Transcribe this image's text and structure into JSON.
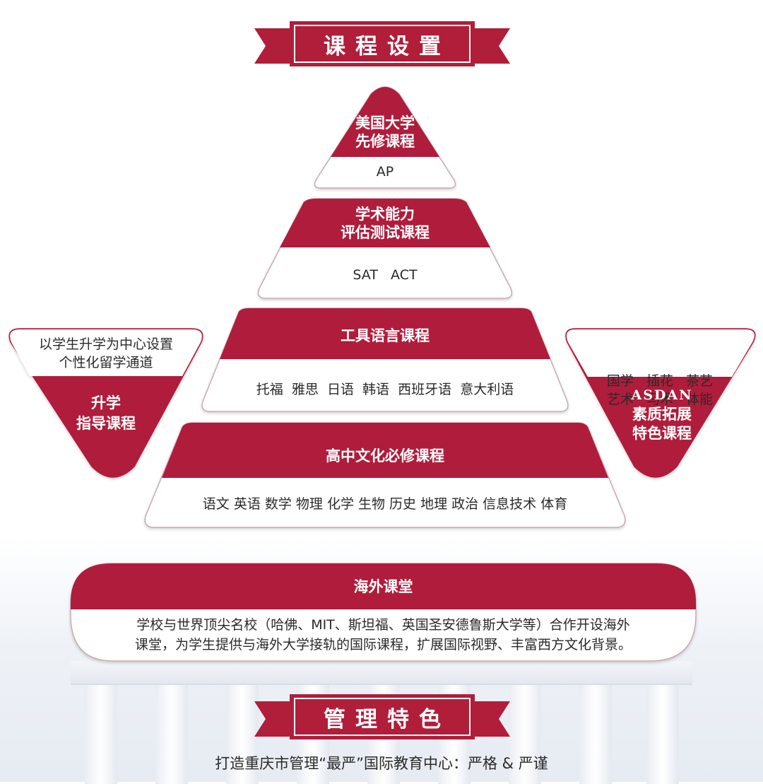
{
  "section_title": "课程设置",
  "section_title_2": "管理特色",
  "pyramid": {
    "ap": {
      "title_line1": "美国大学",
      "title_line2": "先修课程",
      "content": "AP"
    },
    "assessment": {
      "title_line1": "学术能力",
      "title_line2": "评估测试课程",
      "content": "SAT   ACT"
    },
    "language": {
      "title": "工具语言课程",
      "content": "托福  雅思  日语  韩语  西班牙语  意大利语"
    },
    "core": {
      "title": "高中文化必修课程",
      "content": "语文 英语 数学 物理 化学 生物 历史 地理 政治 信息技术 体育"
    }
  },
  "left_panel": {
    "desc_line1": "以学生升学为中心设置",
    "desc_line2": "个性化留学通道",
    "title_line1": "升学",
    "title_line2": "指导课程"
  },
  "right_panel": {
    "items_line1": "国学   插花   茶艺",
    "items_line2": "艺术   马术   体能",
    "title_line1": "ASDAN",
    "title_line2": "素质拓展",
    "title_line3": "特色课程"
  },
  "overseas": {
    "title": "海外课堂",
    "desc_line1": "学校与世界顶尖名校（哈佛、MIT、斯坦福、英国圣安德鲁斯大学等）合作开设海外",
    "desc_line2": "课堂，为学生提供与海外大学接轨的国际课程，扩展国际视野、丰富西方文化背景。"
  },
  "footer_text": "打造重庆市管理“最严”国际教育中心：严格 & 严谨",
  "colors": {
    "accent": "#b01e3a",
    "accent_dark": "#8e1830",
    "outline": "#c9a9b0"
  }
}
